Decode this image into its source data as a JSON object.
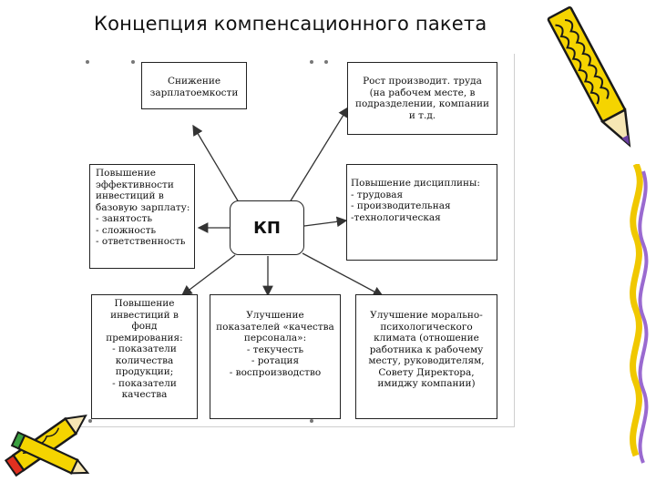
{
  "title": "Концепция компенсационного пакета",
  "center_label": "КП",
  "boxes": {
    "reduce_wage": "Снижение\nзарплатоемкости",
    "productivity": "Рост производит. труда\n(на рабочем месте, в\nподразделении, компании\nи т.д.",
    "efficiency": "Повышение\nэффективности\nинвестиций в\nбазовую зарплату:\n- занятость\n- сложность\n- ответственность",
    "discipline": "Повышение дисциплины:\n- трудовая\n- производительная\n-технологическая",
    "bonus": "Повышение\nинвестиций в\nфонд\nпремирования:\n- показатели\nколичества\nпродукции;\n- показатели\nкачества",
    "staff_quality": "Улучшение\nпоказателей «качества\nперсонала»:\n- текучесть\n- ротация\n- воспроизводство",
    "climate": "Улучшение морально-\nпсихологического\nклимата (отношение\nработника к рабочему\nместу, руководителям,\nСовету Директора,\nимиджу компании)"
  },
  "colors": {
    "line": "#333333",
    "pencil_body": "#f5d400",
    "pencil_outline": "#1a1a1a",
    "pencil_accent": "#e03020"
  }
}
